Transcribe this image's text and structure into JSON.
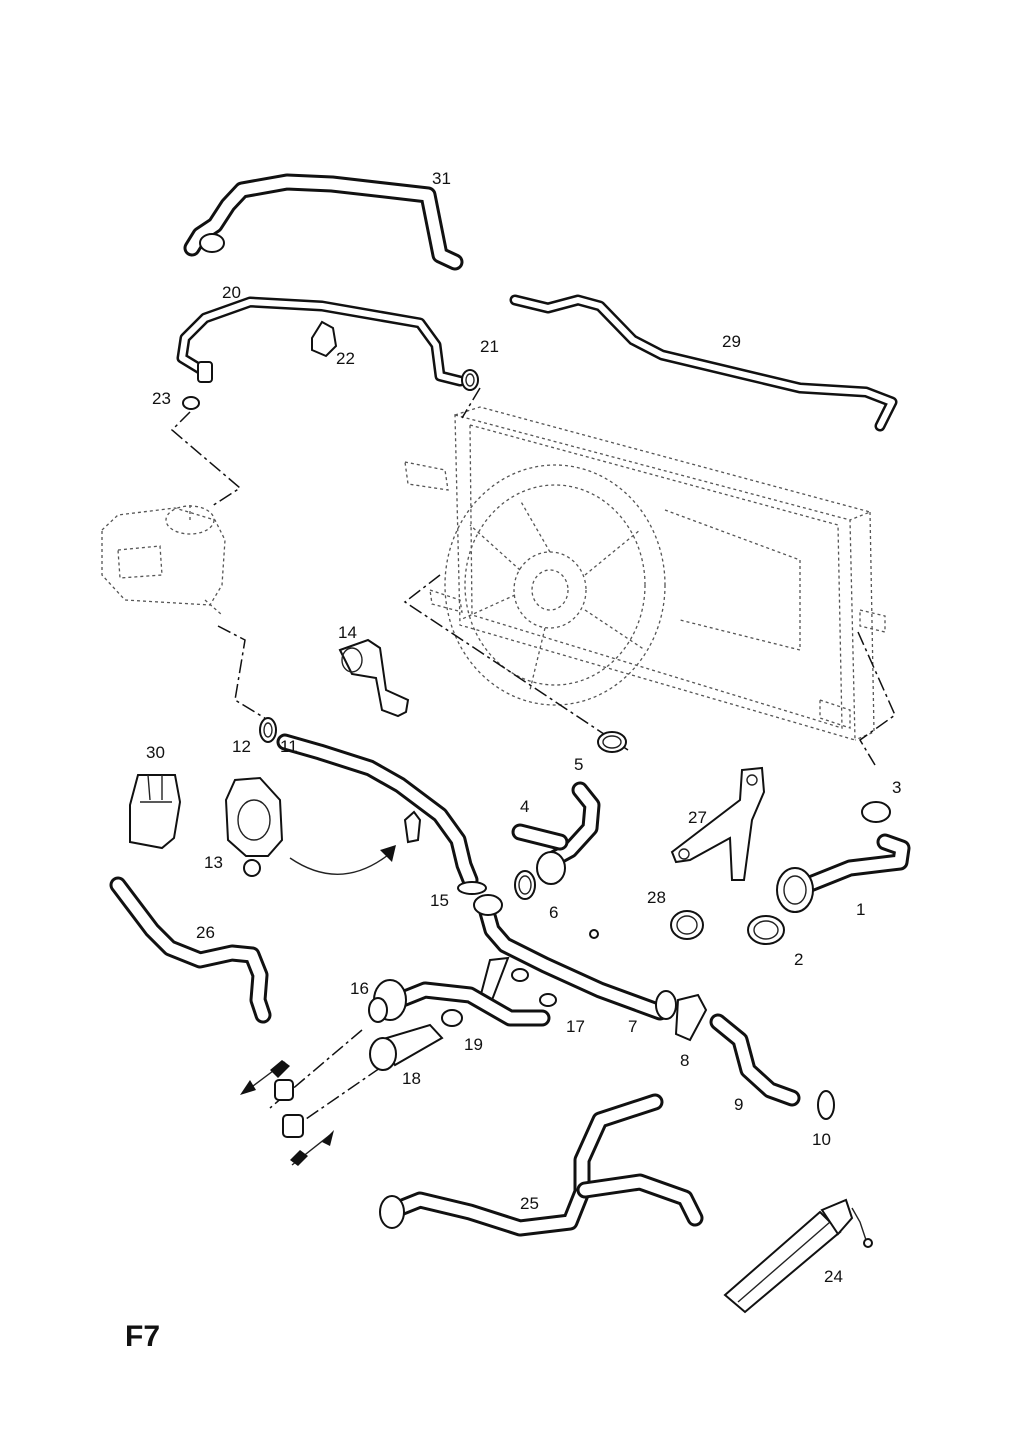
{
  "diagram": {
    "code": "F7",
    "callouts": [
      "1",
      "2",
      "3",
      "4",
      "5",
      "6",
      "7",
      "8",
      "9",
      "10",
      "11",
      "12",
      "13",
      "14",
      "15",
      "16",
      "17",
      "18",
      "19",
      "20",
      "21",
      "22",
      "23",
      "24",
      "25",
      "26",
      "27",
      "28",
      "29",
      "30",
      "31"
    ]
  }
}
